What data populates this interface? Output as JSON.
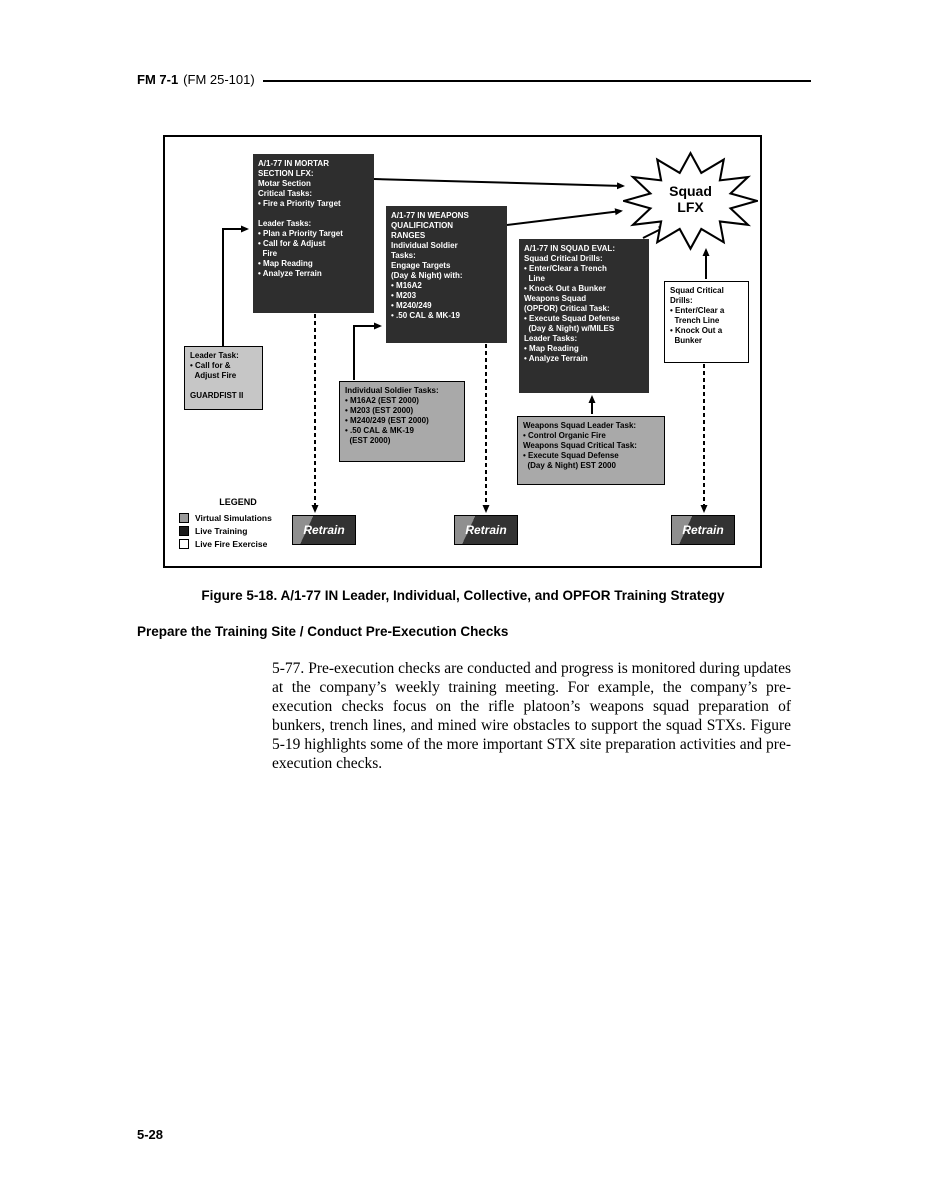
{
  "header": {
    "bold": "FM 7-1",
    "normal": "(FM 25-101)"
  },
  "figure": {
    "caption": "Figure 5-18. A/1-77 IN Leader, Individual, Collective, and OPFOR Training Strategy"
  },
  "section": {
    "heading": "Prepare the Training Site / Conduct Pre-Execution Checks",
    "paragraph": "5-77. Pre-execution checks are conducted and progress is monitored during updates at the company’s weekly training meeting. For example, the company’s pre-execution checks focus on the rifle platoon’s weapons squad preparation of bunkers, trench lines, and mined wire obstacles to support the squad STXs. Figure 5-19 highlights some of the more important STX site preparation activities and pre-execution checks."
  },
  "footer": {
    "page_number": "5-28"
  },
  "diagram": {
    "mortar_box": [
      "A/1-77 IN MORTAR",
      "SECTION LFX:",
      "Motar Section",
      "Critical Tasks:",
      "• Fire a Priority Target",
      "",
      "Leader Tasks:",
      "• Plan a Priority Target",
      "• Call for & Adjust",
      "  Fire",
      "• Map Reading",
      "• Analyze Terrain"
    ],
    "weapons_box": [
      "A/1-77 IN WEAPONS",
      "QUALIFICATION",
      "RANGES",
      "Individual Soldier",
      "Tasks:",
      "Engage Targets",
      "(Day & Night) with:",
      "• M16A2",
      "• M203",
      "• M240/249",
      "• .50 CAL & MK-19"
    ],
    "squad_eval_box": [
      "A/1-77 IN SQUAD EVAL:",
      "Squad Critical Drills:",
      "• Enter/Clear a Trench",
      "  Line",
      "• Knock Out a Bunker",
      "Weapons Squad",
      "(OPFOR) Critical Task:",
      "• Execute Squad Defense",
      "  (Day & Night) w/MILES",
      "Leader Tasks:",
      "• Map Reading",
      "• Analyze Terrain"
    ],
    "guardfist_box": [
      "Leader Task:",
      "• Call for &",
      "  Adjust Fire",
      "",
      "GUARDFIST II"
    ],
    "est_box": [
      "Individual Soldier Tasks:",
      "• M16A2 (EST 2000)",
      "• M203 (EST 2000)",
      "• M240/249 (EST 2000)",
      "• .50 CAL & MK-19",
      "  (EST 2000)"
    ],
    "squad_drills_box": [
      "Squad Critical",
      "Drills:",
      "• Enter/Clear a",
      "  Trench Line",
      "• Knock Out a",
      "  Bunker"
    ],
    "weapons_squad_box": [
      "Weapons Squad Leader Task:",
      "• Control Organic Fire",
      "Weapons Squad Critical Task:",
      "• Execute Squad Defense",
      "  (Day & Night) EST 2000"
    ],
    "starburst": {
      "line1": "Squad",
      "line2": "LFX"
    },
    "retrain_labels": [
      "Retrain",
      "Retrain",
      "Retrain"
    ],
    "legend": {
      "title": "LEGEND",
      "items": [
        {
          "swatch": "virtual",
          "label": "Virtual Simulations"
        },
        {
          "swatch": "live-training",
          "label": "Live Training"
        },
        {
          "swatch": "live-fire",
          "label": "Live Fire Exercise"
        }
      ]
    },
    "colors": {
      "dark_box": "#2e2e2e",
      "gray_box": "#a9a9a9",
      "light_gray_box": "#c6c6c6",
      "white_box": "#ffffff"
    }
  }
}
